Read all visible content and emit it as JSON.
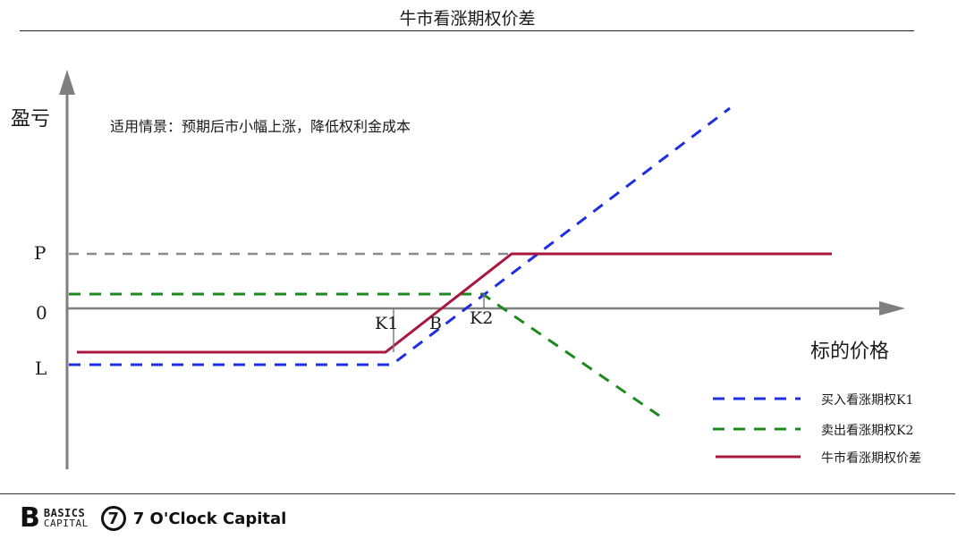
{
  "title": "牛市看涨期权价差",
  "diagram": {
    "y_axis_label": "盈亏",
    "x_axis_label": "标的价格",
    "scenario": "适用情景：预期后市小幅上涨，降低权利金成本",
    "levels": {
      "p": "P",
      "zero": "0",
      "l": "L"
    },
    "points": {
      "k1": "K1",
      "b": "B",
      "k2": "K2"
    },
    "legend": [
      {
        "label": "买入看涨期权K1",
        "color": "#1f2ee0",
        "style": "dashed"
      },
      {
        "label": "卖出看涨期权K2",
        "color": "#1e8a1e",
        "style": "dashed"
      },
      {
        "label": "牛市看涨期权价差",
        "color": "#a8173e",
        "style": "solid"
      }
    ],
    "colors": {
      "axis": "#7f7f7f",
      "p_line": "#8c8c8c",
      "buy_call": "#1f2ee0",
      "sell_call": "#1e8a1e",
      "spread": "#a8173e"
    }
  },
  "footer": {
    "brand1_mark": "B",
    "brand1_line1": "BASICS",
    "brand1_line2": "CAPITAL",
    "brand2_mark": "7",
    "brand2_name": "7 O'Clock Capital"
  }
}
